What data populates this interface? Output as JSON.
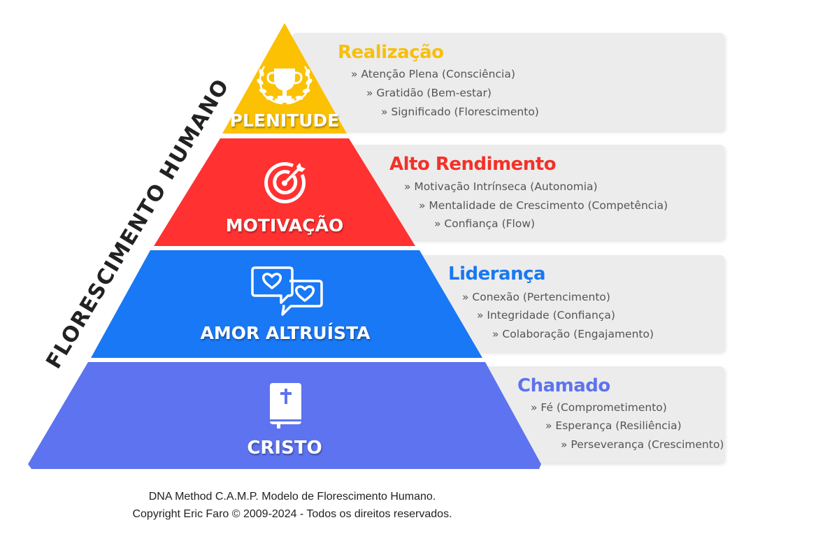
{
  "side_title": "FLORESCIMENTO HUMANO",
  "levels": [
    {
      "name": "PLENITUDE",
      "color": "#FBC102",
      "icon": "trophy-icon",
      "title": "Realização",
      "title_color": "#F8BF0B",
      "items": [
        "» Atenção Plena (Consciência)",
        "» Gratidão (Bem-estar)",
        "» Significado (Florescimento)"
      ]
    },
    {
      "name": "MOTIVAÇÃO",
      "color": "#FF3131",
      "icon": "target-icon",
      "title": "Alto Rendimento",
      "title_color": "#F33228",
      "items": [
        "» Motivação Intrínseca (Autonomia)",
        "» Mentalidade de Crescimento (Competência)",
        "» Confiança (Flow)"
      ]
    },
    {
      "name": "AMOR ALTRUÍSTA",
      "color": "#1978F5",
      "icon": "heart-chat-icon",
      "title": "Liderança",
      "title_color": "#1878F2",
      "items": [
        "» Conexão (Pertencimento)",
        "» Integridade (Confiança)",
        "» Colaboração (Engajamento)"
      ]
    },
    {
      "name": "CRISTO",
      "color": "#5D73F0",
      "icon": "bible-icon",
      "title": "Chamado",
      "title_color": "#5D73EE",
      "items": [
        "» Fé (Comprometimento)",
        "» Esperança (Resiliência)",
        "» Perseverança (Crescimento)"
      ]
    }
  ],
  "footer": {
    "line1": "DNA Method C.A.M.P. Modelo de Florescimento Humano.",
    "line2": "Copyright Eric Faro © 2009-2024 - Todos os direitos reservados."
  }
}
